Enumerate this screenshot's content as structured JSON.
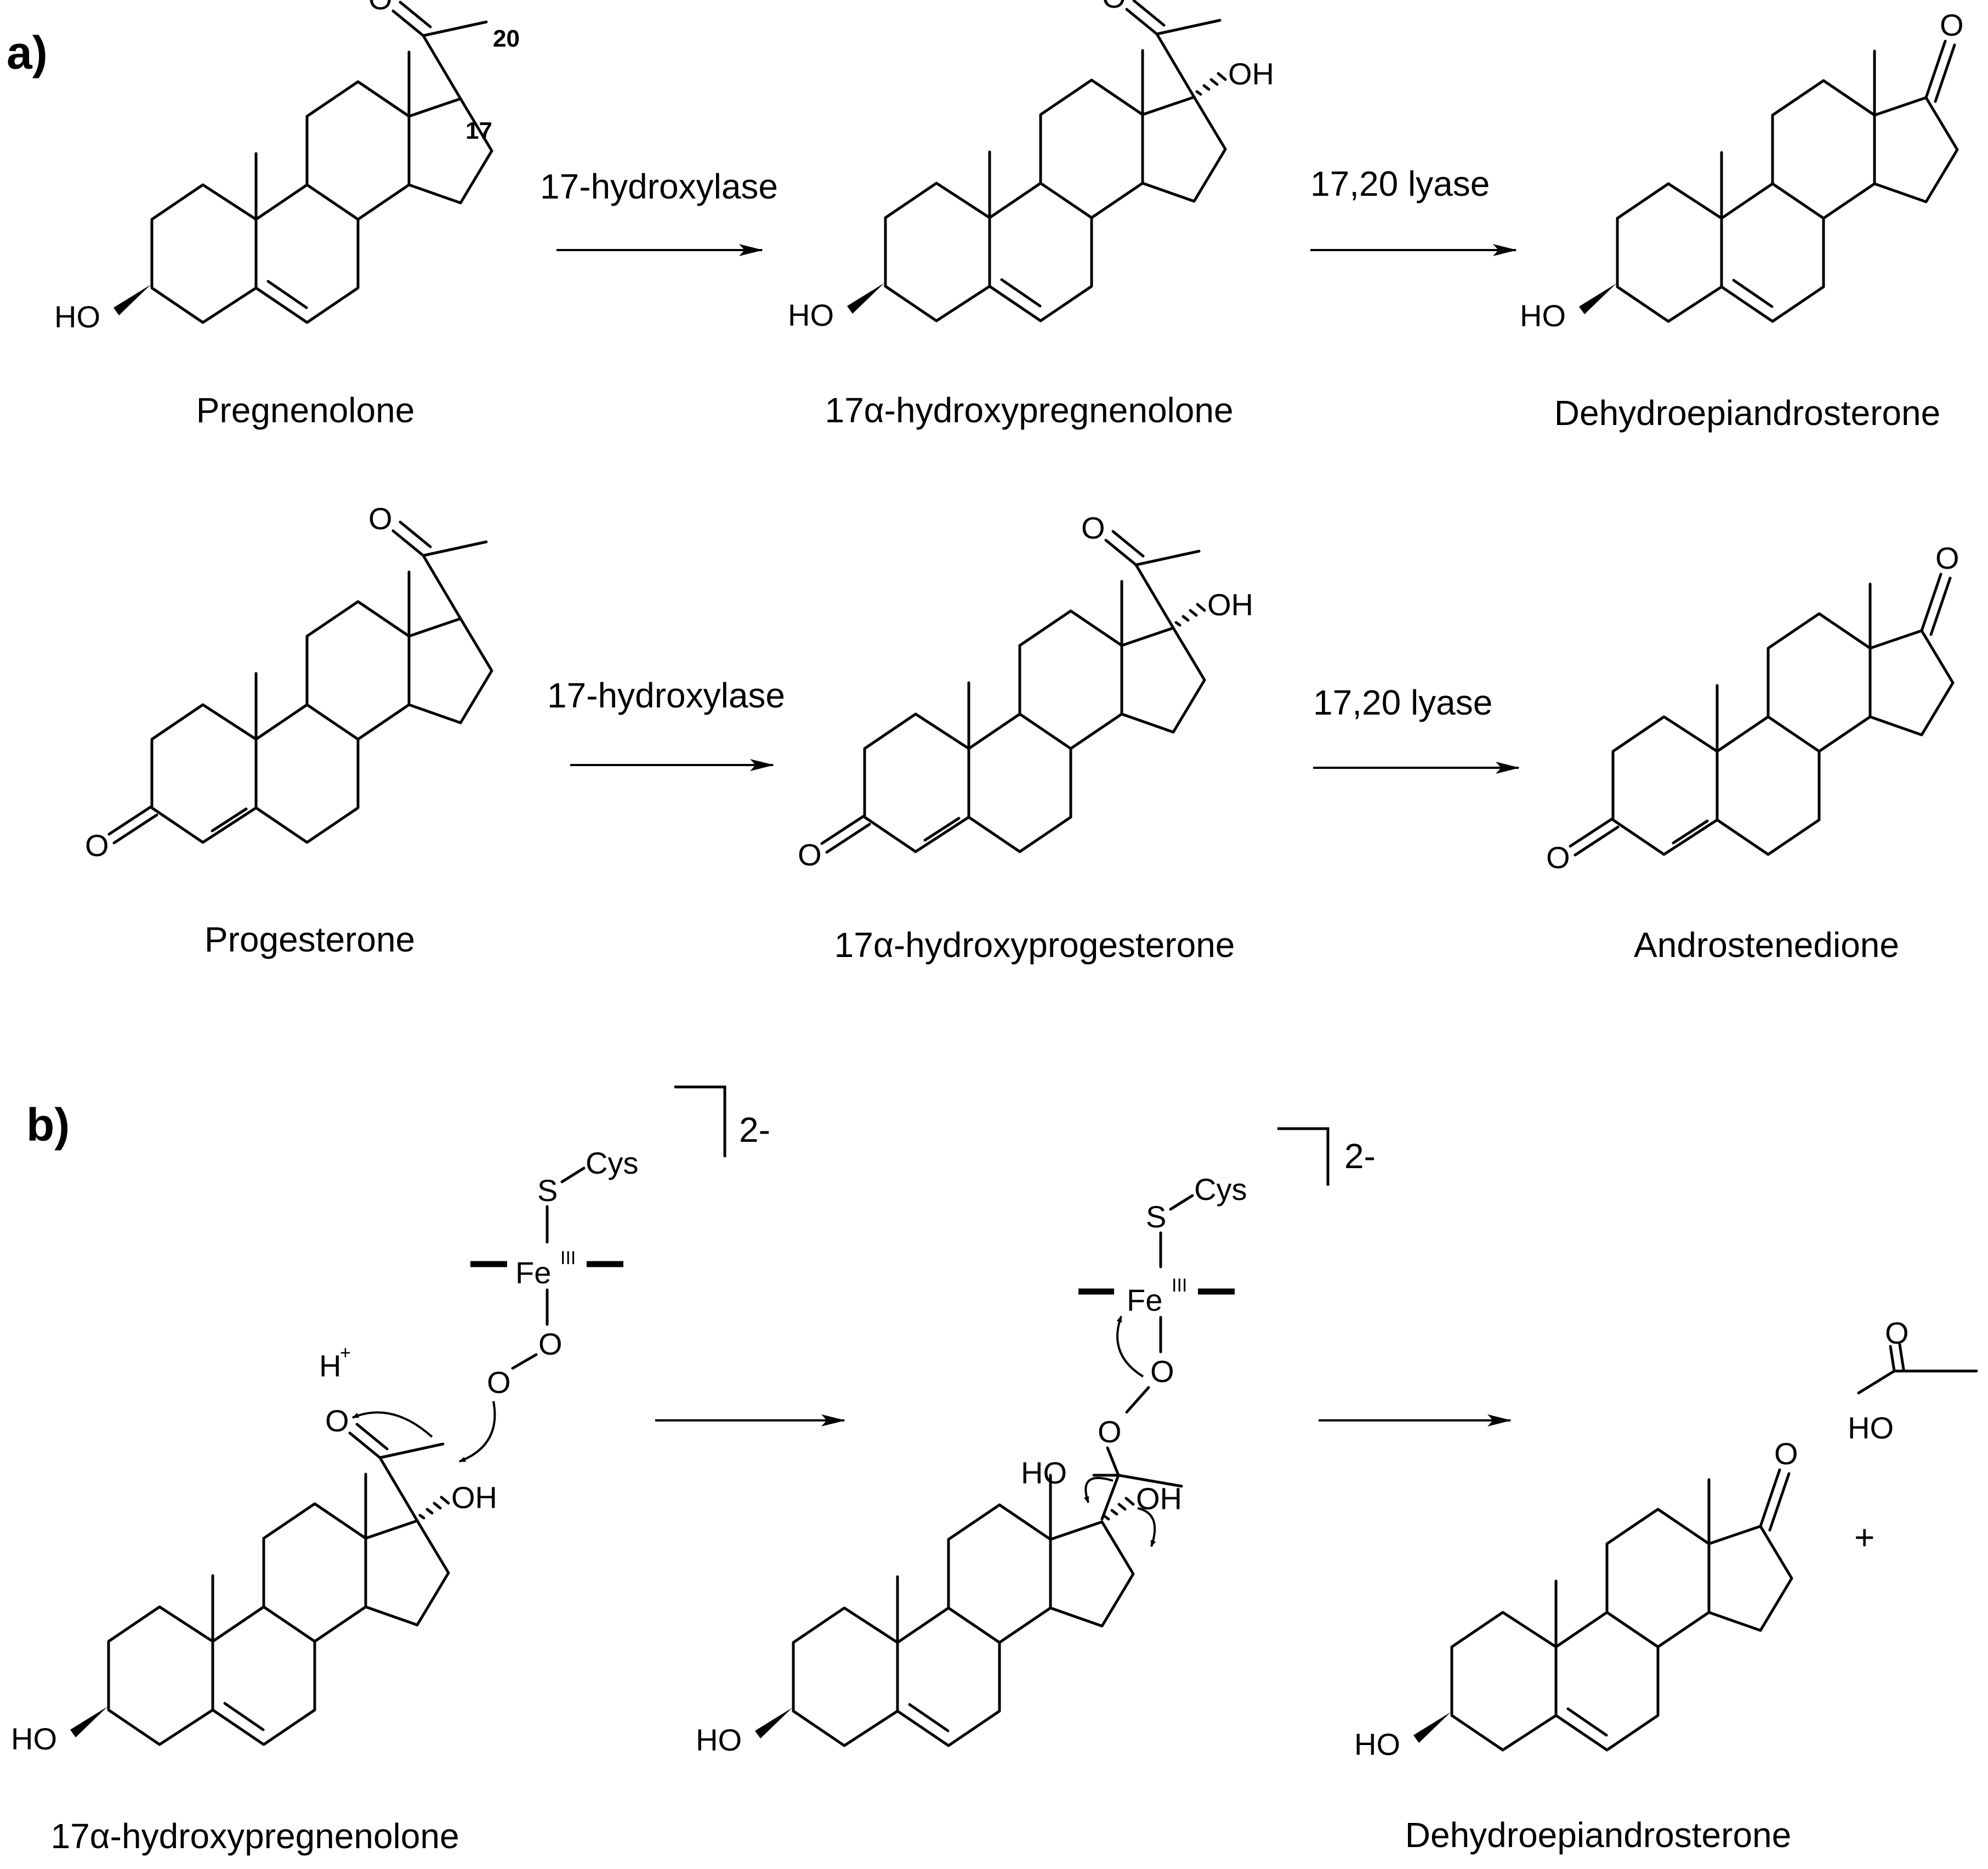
{
  "panels": {
    "a": "a)",
    "b": "b)"
  },
  "panel_a": {
    "row1": {
      "compounds": [
        "Pregnenolone",
        "17α-hydroxypregnenolone",
        "Dehydroepiandrosterone"
      ],
      "enzymes": [
        "17-hydroxylase",
        "17,20 lyase"
      ],
      "carbon_labels": [
        "20",
        "17"
      ]
    },
    "row2": {
      "compounds": [
        "Progesterone",
        "17α-hydroxyprogesterone",
        "Androstenedione"
      ],
      "enzymes": [
        "17-hydroxylase",
        "17,20 lyase"
      ]
    }
  },
  "panel_b": {
    "compounds": [
      "17α-hydroxypregnenolone",
      "Dehydroepiandrosterone"
    ],
    "heme": {
      "metal": "Fe",
      "oxidation": "III",
      "ligand": "Cys",
      "sulfur": "S",
      "charge": "2-"
    },
    "proton": "H",
    "proton_charge": "+",
    "plus": "+"
  },
  "atoms": {
    "HO": "HO",
    "OH": "OH",
    "O": "O"
  }
}
